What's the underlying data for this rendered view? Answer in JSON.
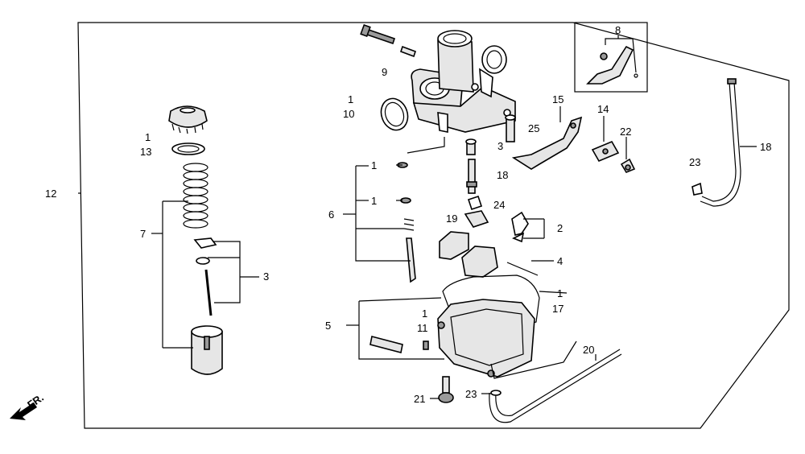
{
  "direction_label": "FR.",
  "callouts": [
    {
      "id": "c12",
      "text": "12"
    },
    {
      "id": "c1_cap",
      "text": "1"
    },
    {
      "id": "c13",
      "text": "13"
    },
    {
      "id": "c7",
      "text": "7"
    },
    {
      "id": "c3_left",
      "text": "3"
    },
    {
      "id": "c1_body",
      "text": "1"
    },
    {
      "id": "c10",
      "text": "10"
    },
    {
      "id": "c9",
      "text": "9"
    },
    {
      "id": "c8",
      "text": "8"
    },
    {
      "id": "c15",
      "text": "15"
    },
    {
      "id": "c14",
      "text": "14"
    },
    {
      "id": "c25",
      "text": "25"
    },
    {
      "id": "c3_mid",
      "text": "3"
    },
    {
      "id": "c22",
      "text": "22"
    },
    {
      "id": "c18_mid",
      "text": "18"
    },
    {
      "id": "c18_right",
      "text": "18"
    },
    {
      "id": "c23_right",
      "text": "23"
    },
    {
      "id": "c1_a",
      "text": "1"
    },
    {
      "id": "c1_b",
      "text": "1"
    },
    {
      "id": "c6",
      "text": "6"
    },
    {
      "id": "c24",
      "text": "24"
    },
    {
      "id": "c19",
      "text": "19"
    },
    {
      "id": "c2",
      "text": "2"
    },
    {
      "id": "c4",
      "text": "4"
    },
    {
      "id": "c1_gasket",
      "text": "1"
    },
    {
      "id": "c17",
      "text": "17"
    },
    {
      "id": "c5",
      "text": "5"
    },
    {
      "id": "c1_oring",
      "text": "1"
    },
    {
      "id": "c11",
      "text": "11"
    },
    {
      "id": "c20",
      "text": "20"
    },
    {
      "id": "c21",
      "text": "21"
    },
    {
      "id": "c23_bottom",
      "text": "23"
    }
  ]
}
